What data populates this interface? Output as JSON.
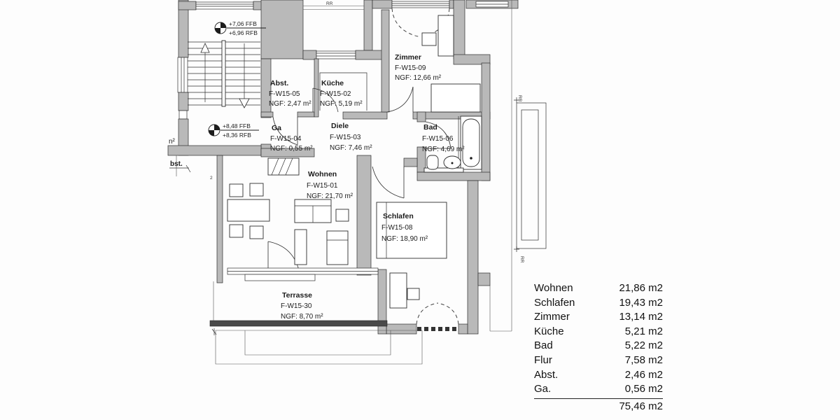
{
  "rooms": [
    {
      "name": "Zimmer",
      "code": "F-W15-09",
      "area": "NGF: 12,66 m²"
    },
    {
      "name": "Abst.",
      "code": "F-W15-05",
      "area": "NGF: 2,47 m²"
    },
    {
      "name": "Küche",
      "code": "F-W15-02",
      "area": "NGF: 5,19 m²"
    },
    {
      "name": "Ga",
      "code": "F-W15-04",
      "area": "NGF: 0,55 m²"
    },
    {
      "name": "Diele",
      "code": "F-W15-03",
      "area": "NGF: 7,46 m²"
    },
    {
      "name": "Bad",
      "code": "F-W15-06",
      "area": "NGF: 4,69 m²"
    },
    {
      "name": "Wohnen",
      "code": "F-W15-01",
      "area": "NGF: 21,70 m²"
    },
    {
      "name": "Schlafen",
      "code": "F-W15-08",
      "area": "NGF: 18,90 m²"
    },
    {
      "name": "Terrasse",
      "code": "F-W15-30",
      "area": "NGF: 8,70 m²"
    }
  ],
  "levels": [
    {
      "ffb": "+7,06 FFB",
      "rfb": "+6,96 RFB"
    },
    {
      "ffb": "+8,48 FFB",
      "rfb": "+8,36 RFB"
    }
  ],
  "annotations": {
    "rr": "RR",
    "partial_area": "n²",
    "partial_label": "bst.",
    "wall_mark": "2"
  },
  "area_table": {
    "rows": [
      {
        "name": "Wohnen",
        "value": "21,86 m2"
      },
      {
        "name": "Schlafen",
        "value": "19,43 m2"
      },
      {
        "name": "Zimmer",
        "value": "13,14 m2"
      },
      {
        "name": "Küche",
        "value": "5,21 m2"
      },
      {
        "name": "Bad",
        "value": "5,22 m2"
      },
      {
        "name": "Flur",
        "value": "7,58 m2"
      },
      {
        "name": "Abst.",
        "value": "2,46 m2"
      },
      {
        "name": "Ga.",
        "value": "0,56 m2"
      }
    ],
    "total": "75,46 m2"
  }
}
